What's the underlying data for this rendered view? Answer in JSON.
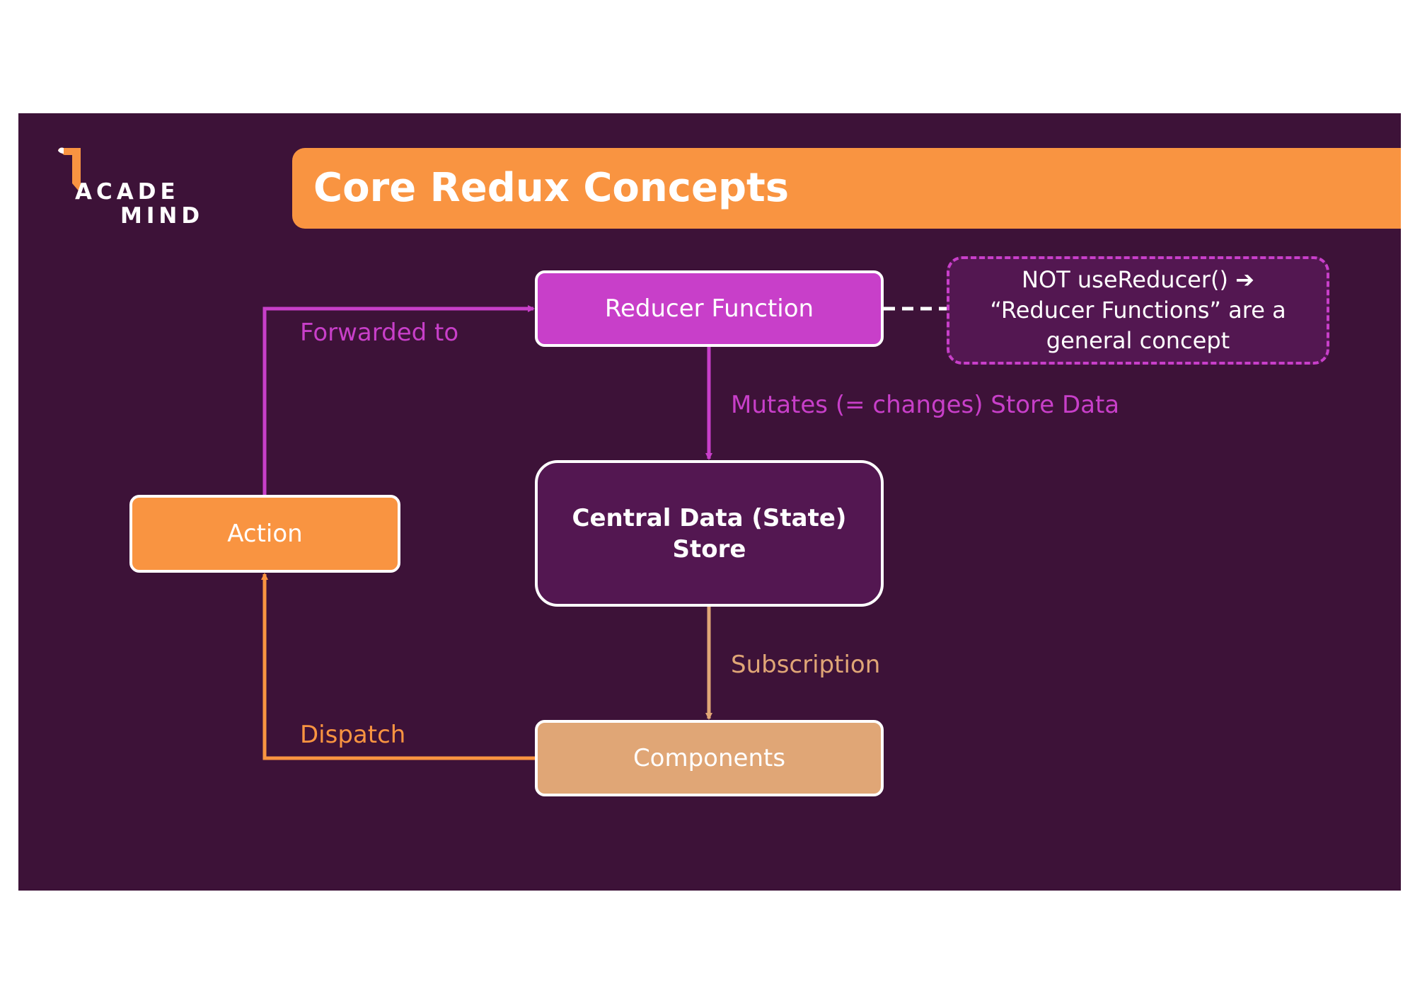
{
  "logo": {
    "line1": "ACADE",
    "line2": "MIND"
  },
  "title": "Core Redux Concepts",
  "nodes": {
    "reducer": "Reducer Function",
    "store": "Central Data (State)\nStore",
    "action": "Action",
    "components": "Components",
    "note": "NOT useReducer() ➔\n“Reducer Functions” are a\ngeneral concept"
  },
  "edges": {
    "forwarded_to": "Forwarded to",
    "mutates": "Mutates (= changes) Store Data",
    "subscription": "Subscription",
    "dispatch": "Dispatch"
  },
  "colors": {
    "background": "#3d1238",
    "accent_orange": "#f99441",
    "accent_magenta": "#c83fc9",
    "store_fill": "#531751",
    "components_fill": "#e0a676"
  }
}
